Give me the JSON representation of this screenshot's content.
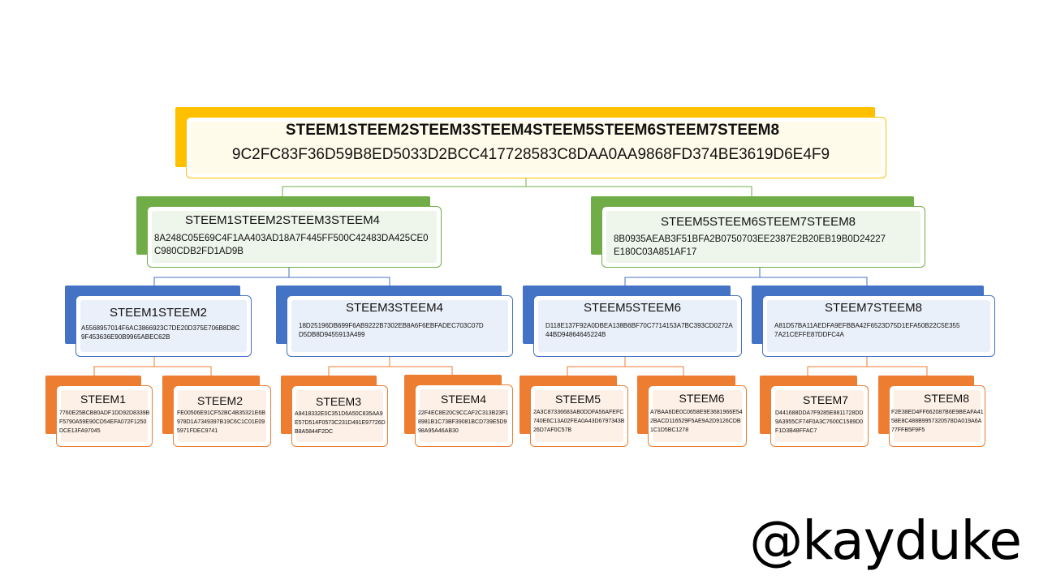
{
  "colors": {
    "root": "#ffc000",
    "level1": "#70ad47",
    "level2": "#4472c4",
    "leaf": "#ed7d31"
  },
  "root": {
    "title": "STEEM1STEEM2STEEM3STEEM4STEEM5STEEM6STEEM7STEEM8",
    "hash": "9C2FC83F36D59B8ED5033D2BCC417728583C8DAA0AA9868FD374BE3619D6E4F9"
  },
  "level1": [
    {
      "title": "STEEM1STEEM2STEEM3STEEM4",
      "hash": "8A248C05E69C4F1AA403AD18A7F445FF500C42483DA425CE0C980CDB2FD1AD9B"
    },
    {
      "title": "STEEM5STEEM6STEEM7STEEM8",
      "hash": "8B0935AEAB3F51BFA2B0750703EE2387E2B20EB19B0D24227E180C03A851AF17"
    }
  ],
  "level2": [
    {
      "title": "STEEM1STEEM2",
      "hash": "A5568957014F6AC3866923C7DE20D375E706B8D8C9F453636E90B9965ABEC62B"
    },
    {
      "title": "STEEM3STEEM4",
      "hash": "18D25196DB699F6AB9222B7302EB8A6F6EBFADEC703C07DD5DB8D9455913A499"
    },
    {
      "title": "STEEM5STEEM6",
      "hash": "D118E137F92A0DBEA138B6BF70C7714153A7BC393CD0272A44BD94864645224B"
    },
    {
      "title": "STEEM7STEEM8",
      "hash": "A81D57BA11AEDFA9EFBBA42F6523D75D1EFA50B22C5E3557A21CEFFE87DDFC4A"
    }
  ],
  "leaves": [
    {
      "title": "STEEM1",
      "hash": "7760E25BCB80ADF1DD92D8339BF5790A59E90CD54EFA072F1250DCE13FA97045"
    },
    {
      "title": "STEEM2",
      "hash": "FE00506E91CF52BC4B35321E6B978D1A7349397B19C6C1C01E095971FDEC9741"
    },
    {
      "title": "STEEM3",
      "hash": "A9418332E0C351D6A50C835AA9E57D514F0573C231D491E97726DB8A5844F2DC"
    },
    {
      "title": "STEEM4",
      "hash": "22F4EC8E20C9CCAF2C313B23F18981B1C73BF39081BCD739E5D998A95A46AB30"
    },
    {
      "title": "STEEM5",
      "hash": "2A3C87336683AB0DDFA56AFEFC740E6C13A02FEA0A43D6797343B26D7AF0C57B"
    },
    {
      "title": "STEEM6",
      "hash": "A7BAA6DE0C0658E9E3681966E542BACD116529F5AE9A2D9126CDB1C1D5BC1278"
    },
    {
      "title": "STEEM7",
      "hash": "D441688DDA7F9285E8811728DD9A3955CF74F0A3C7600C1589D0F1D3B48FFAC7"
    },
    {
      "title": "STEEM8",
      "hash": "F2E38ED4FF662087B6E9BEAFA4158E8C488B9957320578DA019A6A77FFB5F9F5"
    }
  ],
  "watermark": "@kayduke"
}
